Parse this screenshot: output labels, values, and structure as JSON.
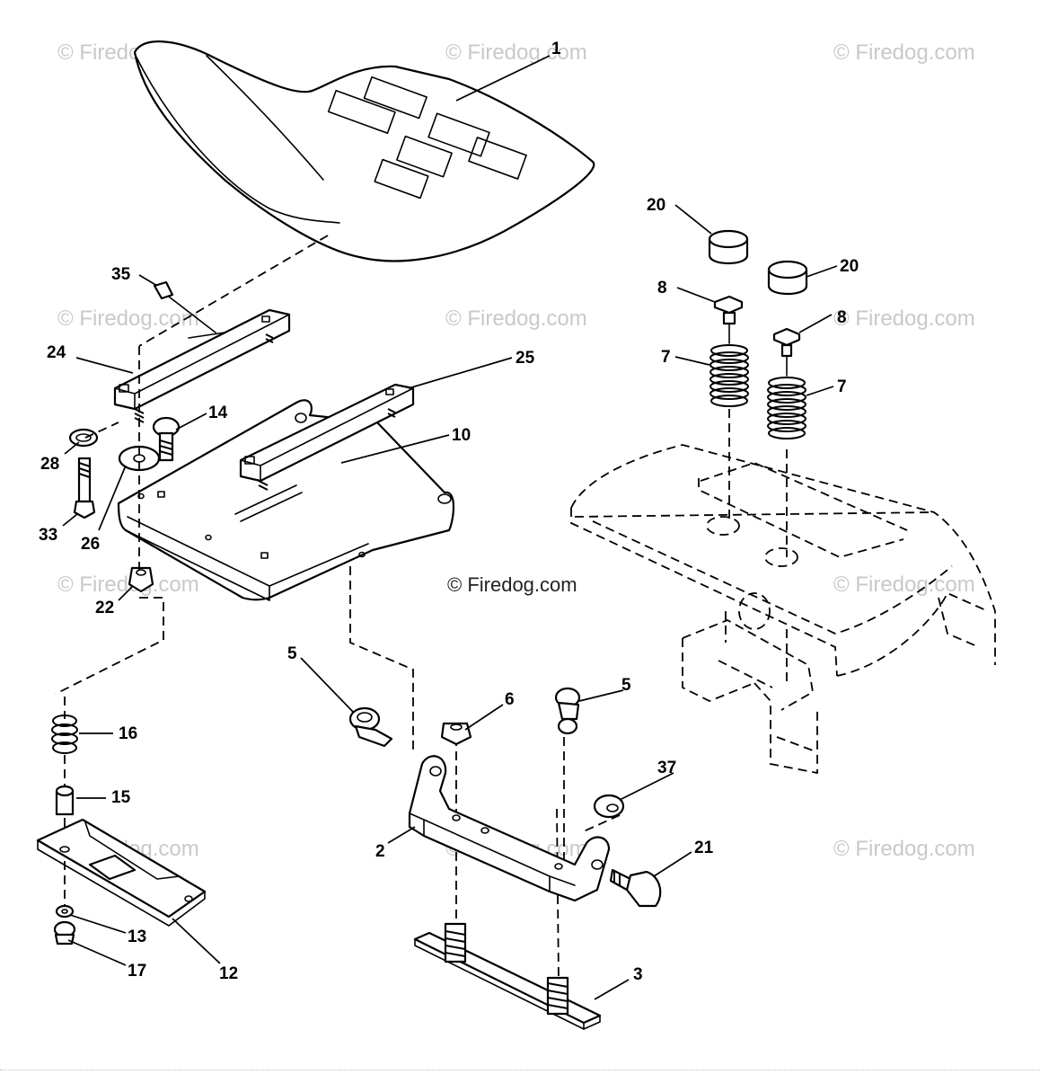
{
  "watermarks": {
    "repeated_text": "© Firedog.com",
    "center_text": "© Firedog.com"
  },
  "callouts": [
    {
      "id": "c1",
      "text": "1"
    },
    {
      "id": "c35",
      "text": "35"
    },
    {
      "id": "c24",
      "text": "24"
    },
    {
      "id": "c25",
      "text": "25"
    },
    {
      "id": "c14",
      "text": "14"
    },
    {
      "id": "c10",
      "text": "10"
    },
    {
      "id": "c28",
      "text": "28"
    },
    {
      "id": "c33",
      "text": "33"
    },
    {
      "id": "c26",
      "text": "26"
    },
    {
      "id": "c22",
      "text": "22"
    },
    {
      "id": "c5a",
      "text": "5"
    },
    {
      "id": "c5b",
      "text": "5"
    },
    {
      "id": "c6",
      "text": "6"
    },
    {
      "id": "c37",
      "text": "37"
    },
    {
      "id": "c16",
      "text": "16"
    },
    {
      "id": "c15",
      "text": "15"
    },
    {
      "id": "c2",
      "text": "2"
    },
    {
      "id": "c21",
      "text": "21"
    },
    {
      "id": "c13",
      "text": "13"
    },
    {
      "id": "c17",
      "text": "17"
    },
    {
      "id": "c12",
      "text": "12"
    },
    {
      "id": "c3",
      "text": "3"
    },
    {
      "id": "c20a",
      "text": "20"
    },
    {
      "id": "c20b",
      "text": "20"
    },
    {
      "id": "c8a",
      "text": "8"
    },
    {
      "id": "c8b",
      "text": "8"
    },
    {
      "id": "c7a",
      "text": "7"
    },
    {
      "id": "c7b",
      "text": "7"
    }
  ]
}
